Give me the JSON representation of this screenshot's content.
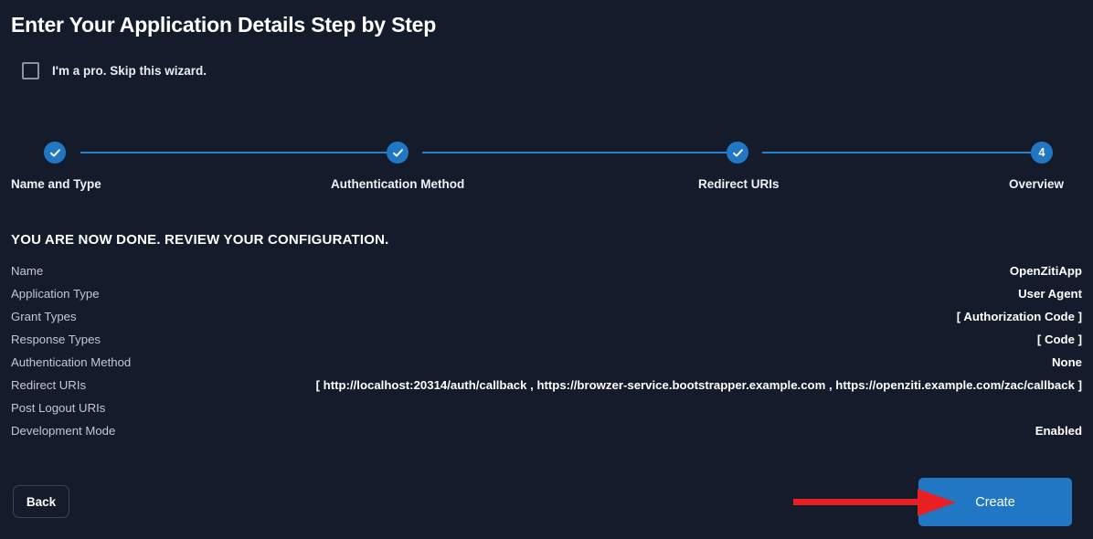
{
  "header": {
    "title": "Enter Your Application Details Step by Step"
  },
  "skip": {
    "label": "I'm a pro. Skip this wizard.",
    "checked": false
  },
  "stepper": {
    "steps": [
      {
        "label": "Name and Type",
        "state": "complete",
        "marker": "check"
      },
      {
        "label": "Authentication Method",
        "state": "complete",
        "marker": "check"
      },
      {
        "label": "Redirect URIs",
        "state": "complete",
        "marker": "check"
      },
      {
        "label": "Overview",
        "state": "current",
        "marker": "4"
      }
    ]
  },
  "review": {
    "heading": "YOU ARE NOW DONE. REVIEW YOUR CONFIGURATION.",
    "rows": [
      {
        "key": "Name",
        "value": "OpenZitiApp"
      },
      {
        "key": "Application Type",
        "value": "User Agent"
      },
      {
        "key": "Grant Types",
        "value": "[ Authorization Code ]"
      },
      {
        "key": "Response Types",
        "value": "[ Code ]"
      },
      {
        "key": "Authentication Method",
        "value": "None"
      },
      {
        "key": "Redirect URIs",
        "value": "[ http://localhost:20314/auth/callback , https://browzer-service.bootstrapper.example.com , https://openziti.example.com/zac/callback ]"
      },
      {
        "key": "Post Logout URIs",
        "value": ""
      },
      {
        "key": "Development Mode",
        "value": "Enabled"
      }
    ]
  },
  "footer": {
    "back_label": "Back",
    "create_label": "Create"
  },
  "annotation": {
    "arrow": "red-arrow-pointing-right-at-create-button"
  },
  "colors": {
    "background": "#141b2b",
    "accent_blue": "#2277c4",
    "step_line": "#2a7fc9",
    "annotation_red": "#e81f23",
    "label_gray": "#c2c8d4",
    "value_white": "#ffffff",
    "back_border": "#3c4558",
    "checkbox_border": "#8c93a3"
  }
}
